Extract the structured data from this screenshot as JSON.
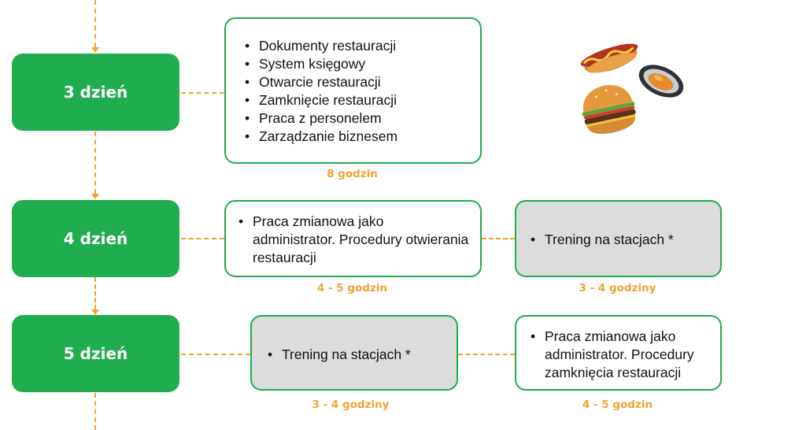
{
  "colors": {
    "green": "#1fad4d",
    "orange": "#f2a233",
    "gray_box": "#dcdcdc"
  },
  "days": [
    {
      "label": "3 dzień"
    },
    {
      "label": "4 dzień"
    },
    {
      "label": "5 dzień"
    }
  ],
  "day3": {
    "items": [
      "Dokumenty restauracji",
      "System księgowy",
      "Otwarcie restauracji",
      "Zamknięcie restauracji",
      "Praca z personelem",
      "Zarządzanie biznesem"
    ],
    "hours": "8 godzin"
  },
  "day4": {
    "box1": {
      "text": "Praca zmianowa jako administrator. Procedury otwierania restauracji",
      "hours": "4 - 5 godzin"
    },
    "box2": {
      "text": "Trening na stacjach *",
      "hours": "3 - 4 godziny"
    }
  },
  "day5": {
    "box1": {
      "text": "Trening na stacjach *",
      "hours": "3 - 4 godziny"
    },
    "box2": {
      "text": "Praca zmianowa jako administrator. Procedury zamknięcia restauracji",
      "hours": "4 - 5 godzin"
    }
  },
  "illustration": {
    "icons": [
      "hot-dog-icon",
      "mussel-icon",
      "burger-icon"
    ]
  }
}
